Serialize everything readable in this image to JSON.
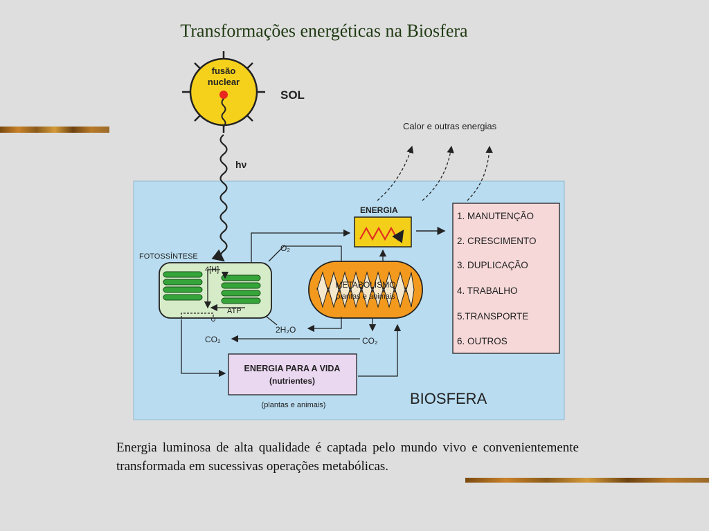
{
  "title": "Transformações energéticas na Biosfera",
  "caption": "Energia luminosa de alta qualidade é captada pelo mundo vivo e convenientemente transformada em sucessivas operações metabólicas.",
  "diagram": {
    "sun_core_line1": "fusão",
    "sun_core_line2": "nuclear",
    "sun_label": "SOL",
    "photon_label": "hν",
    "heat_label": "Calor e outras energias",
    "photosynthesis_label": "FOTOSSÍNTESE",
    "hydrogen_label": "4[H]",
    "atp_label": "ATP",
    "o2_label": "O₂",
    "h2o_label": "2H₂O",
    "co2_left_label": "CO₂",
    "co2_right_label": "CO₂",
    "metabolism_line1": "METABOLISMO",
    "metabolism_line2": "plantas e animais",
    "energy_label": "ENERGIA",
    "uses": [
      "1. MANUTENÇÃO",
      "2. CRESCIMENTO",
      "3. DUPLICAÇÃO",
      "4. TRABALHO",
      "5.TRANSPORTE",
      "6. OUTROS"
    ],
    "energy_life_line1": "ENERGIA PARA A VIDA",
    "energy_life_line2": "(nutrientes)",
    "energy_life_sub": "(plantas e animais)",
    "biosphere_label": "BIOSFERA"
  },
  "colors": {
    "background": "#dedede",
    "biosphere": "#b9dcf0",
    "sun": "#f6d11c",
    "sun_core": "#e8281e",
    "chloroplast": "#d6ebc7",
    "thylakoid": "#35a53a",
    "mitochondria_outer": "#f39a1e",
    "mitochondria_inner": "#f5e7cb",
    "energy_box": "#f4cf1a",
    "energy_wave": "#e13020",
    "uses_box": "#f6d8d8",
    "energy_life_box": "#ead7f0",
    "title_text": "#1f3a12"
  }
}
